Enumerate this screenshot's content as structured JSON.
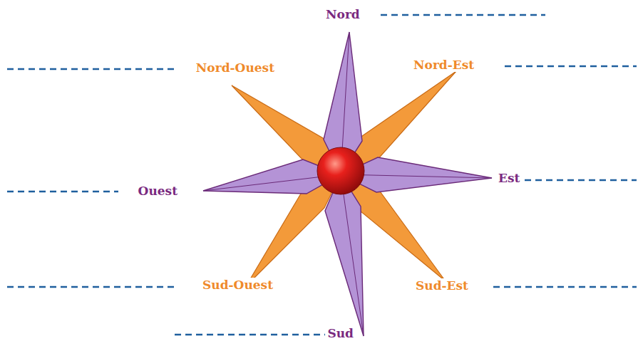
{
  "diagram": {
    "labels": [
      "Nord",
      "Nord-Ouest",
      "Nord-Est",
      "Ouest",
      "Est",
      "Sud-Ouest",
      "Sud-Est",
      "Sud"
    ]
  }
}
